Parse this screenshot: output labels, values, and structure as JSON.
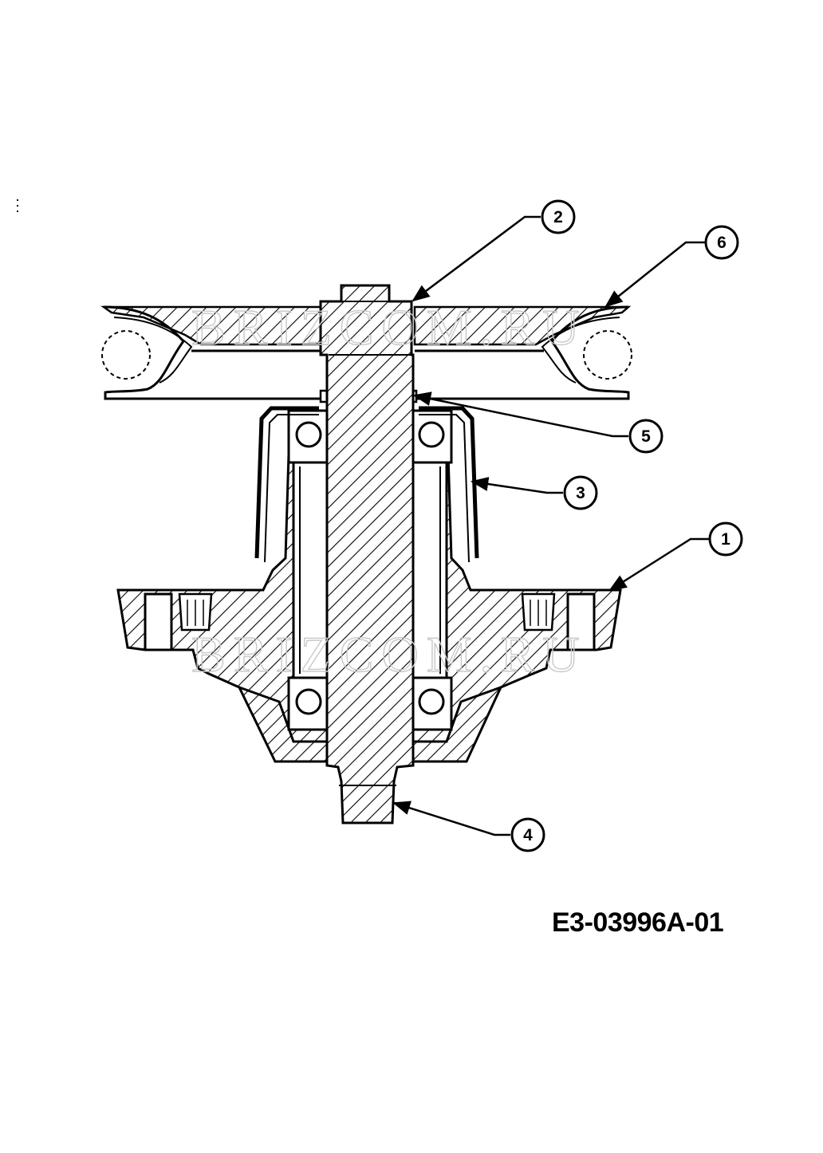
{
  "diagram": {
    "drawing_number": "E3-03996A-01",
    "watermark": "BRIZCOM.RU",
    "callouts": [
      {
        "id": "callout-1",
        "label": "1"
      },
      {
        "id": "callout-2",
        "label": "2"
      },
      {
        "id": "callout-3",
        "label": "3"
      },
      {
        "id": "callout-4",
        "label": "4"
      },
      {
        "id": "callout-5",
        "label": "5"
      },
      {
        "id": "callout-6",
        "label": "6"
      }
    ]
  },
  "colors": {
    "line": "#000000",
    "background": "#ffffff",
    "watermark": "#c9c9c9"
  }
}
